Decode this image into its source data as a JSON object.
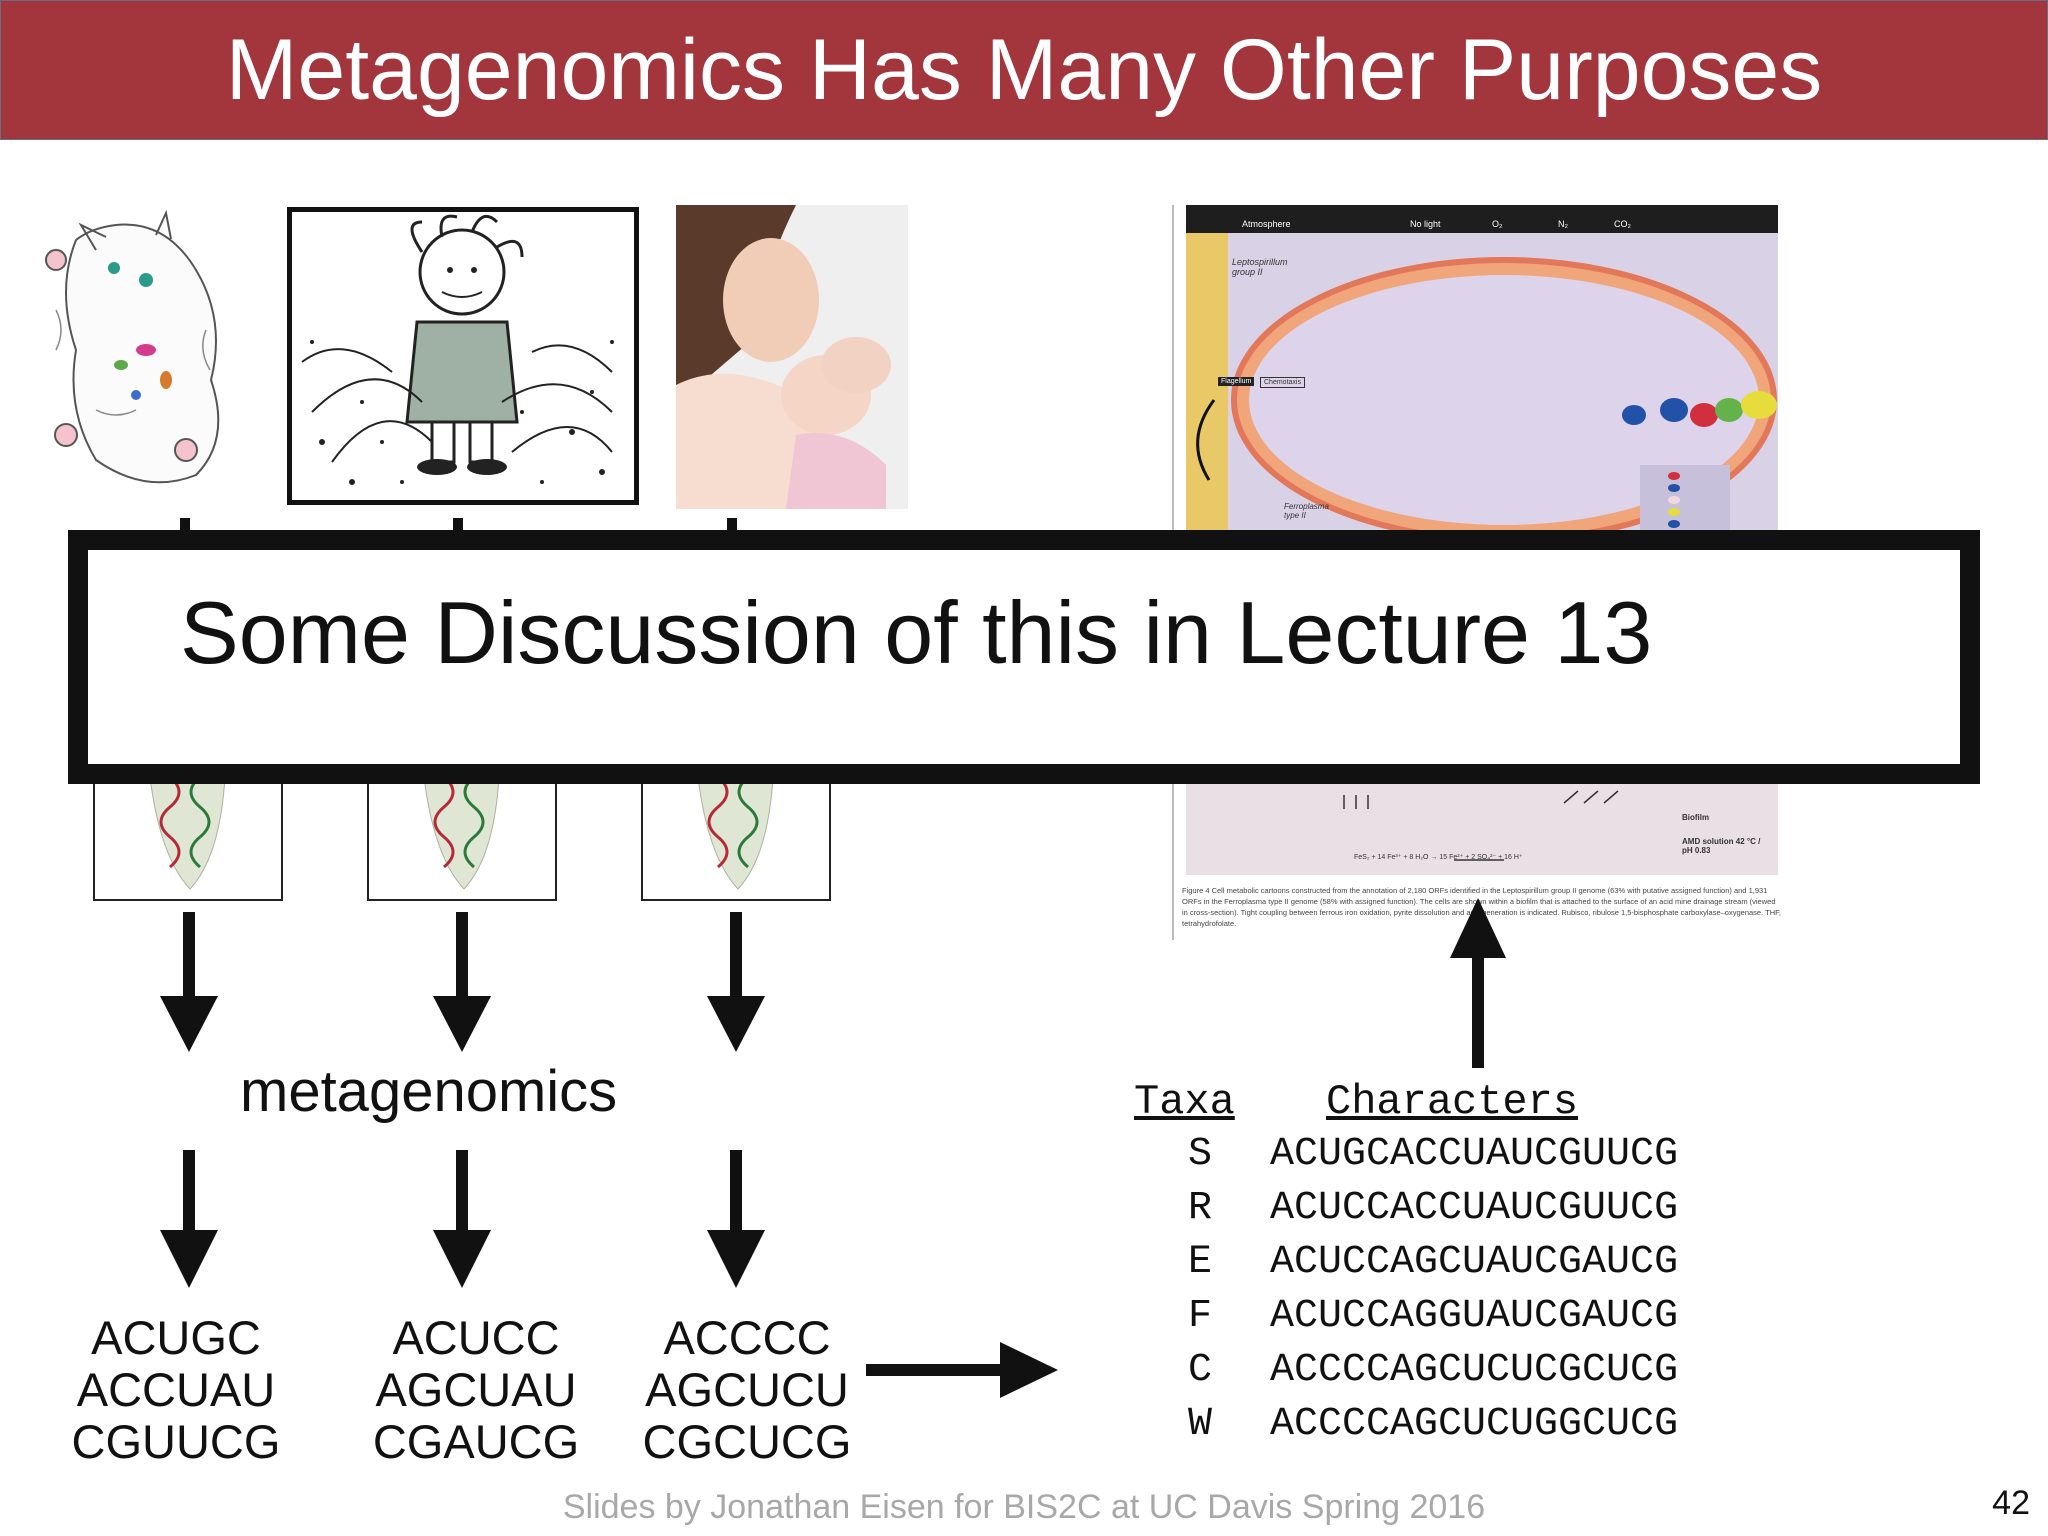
{
  "slide": {
    "title": "Metagenomics Has Many Other Purposes",
    "overlay_text": "Some Discussion of this in Lecture 13",
    "method_label": "metagenomics",
    "footer": "Slides by Jonathan Eisen for BIS2C at UC Davis Spring 2016",
    "page_number": "42"
  },
  "sequence_blocks": [
    {
      "lines": [
        "ACUGC",
        "ACCUAU",
        "CGUUCG"
      ]
    },
    {
      "lines": [
        "ACUCC",
        "AGCUAU",
        "CGAUCG"
      ]
    },
    {
      "lines": [
        "ACCCC",
        "AGCUCU",
        "CGCUCG"
      ]
    }
  ],
  "alignment": {
    "header_taxa": "Taxa",
    "header_characters": "Characters",
    "rows": [
      {
        "taxon": "S",
        "sequence": "ACUGCACCUAUCGUUCG"
      },
      {
        "taxon": "R",
        "sequence": "ACUCCACCUAUCGUUCG"
      },
      {
        "taxon": "E",
        "sequence": "ACUCCAGCUAUCGAUCG"
      },
      {
        "taxon": "F",
        "sequence": "ACUCCAGGUAUCGAUCG"
      },
      {
        "taxon": "C",
        "sequence": "ACCCCAGCUCUCGCUCG"
      },
      {
        "taxon": "W",
        "sequence": "ACCCCAGCUCUGGCUCG"
      }
    ]
  },
  "figure_panel": {
    "labels": {
      "atmosphere": "Atmosphere",
      "no_light": "No light",
      "o2": "O₂",
      "n2": "N₂",
      "co2": "CO₂",
      "leptospirillum": "Leptospirillum group II",
      "ferroplasma": "Ferroplasma type II",
      "biofilm": "Biofilm",
      "amd": "AMD solution 42 °C / pH 0.83",
      "flagellum": "Flagellum",
      "chemotaxis": "Chemotaxis",
      "reaction": "FeS₂ + 14 Fe³⁺ + 8 H₂O → 15 Fe²⁺ + 2 SO₄²⁻ + 16 H⁺"
    },
    "caption": "Figure 4 Cell metabolic cartoons constructed from the annotation of 2,180 ORFs identified in the Leptospirillum group II genome (63% with putative assigned function) and 1,931 ORFs in the Ferroplasma type II genome (58% with assigned function). The cells are shown within a biofilm that is attached to the surface of an acid mine drainage stream (viewed in cross-section). Tight coupling between ferrous iron oxidation, pyrite dissolution and acid generation is indicated. Rubisco, ribulose 1,5-bisphosphate carboxylase–oxygenase. THF, tetrahydrofolate."
  },
  "colors": {
    "title_bar": "#a3353d",
    "title_text": "#ffffff",
    "footer_text": "#a8a8a8",
    "figure_bg": "#d9d2e6",
    "figure_sidebar": "#e8c867"
  }
}
